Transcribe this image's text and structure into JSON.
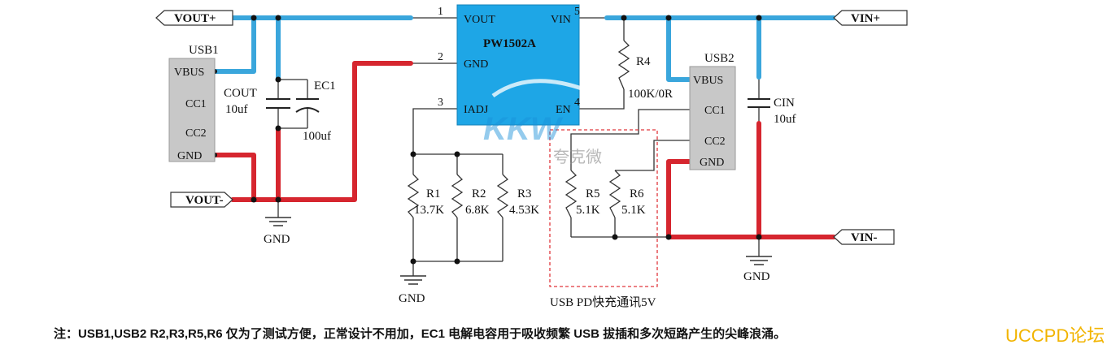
{
  "colors": {
    "positive_rail": "#3aa6dc",
    "ground_rail": "#d6262f",
    "ic_fill": "#1ea6e6",
    "usb_fill": "#c8c8c8",
    "dashed_box": "#e0373c",
    "watermark": "#1a8fd8",
    "forum_text": "#f2b400"
  },
  "ports": {
    "vout_plus": "VOUT+",
    "vout_minus": "VOUT-",
    "vin_plus": "VIN+",
    "vin_minus": "VIN-"
  },
  "ic": {
    "part": "PW1502A",
    "pins": [
      {
        "num": "1",
        "name": "VOUT"
      },
      {
        "num": "2",
        "name": "GND"
      },
      {
        "num": "3",
        "name": "IADJ"
      },
      {
        "num": "4",
        "name": "EN"
      },
      {
        "num": "5",
        "name": "VIN"
      }
    ]
  },
  "usb1": {
    "ref": "USB1",
    "pins": [
      "VBUS",
      "CC1",
      "CC2",
      "GND"
    ]
  },
  "usb2": {
    "ref": "USB2",
    "pins": [
      "VBUS",
      "CC1",
      "CC2",
      "GND"
    ]
  },
  "components": {
    "cout": {
      "ref": "COUT",
      "value": "10uf"
    },
    "ec1": {
      "ref": "EC1",
      "value": "100uf"
    },
    "cin": {
      "ref": "CIN",
      "value": "10uf"
    },
    "r1": {
      "ref": "R1",
      "value": "13.7K"
    },
    "r2": {
      "ref": "R2",
      "value": "6.8K"
    },
    "r3": {
      "ref": "R3",
      "value": "4.53K"
    },
    "r4": {
      "ref": "R4",
      "value": "100K/0R"
    },
    "r5": {
      "ref": "R5",
      "value": "5.1K"
    },
    "r6": {
      "ref": "R6",
      "value": "5.1K"
    }
  },
  "gnd_label": "GND",
  "pd_box_label": "USB PD快充通讯5V",
  "watermark_text": "KKW",
  "watermark_sub": "夸克微",
  "note": "注：USB1,USB2 R2,R3,R5,R6 仅为了测试方便，正常设计不用加，EC1 电解电容用于吸收频繁 USB 拔插和多次短路产生的尖峰浪涌。",
  "forum_name": "UCCPD论坛"
}
